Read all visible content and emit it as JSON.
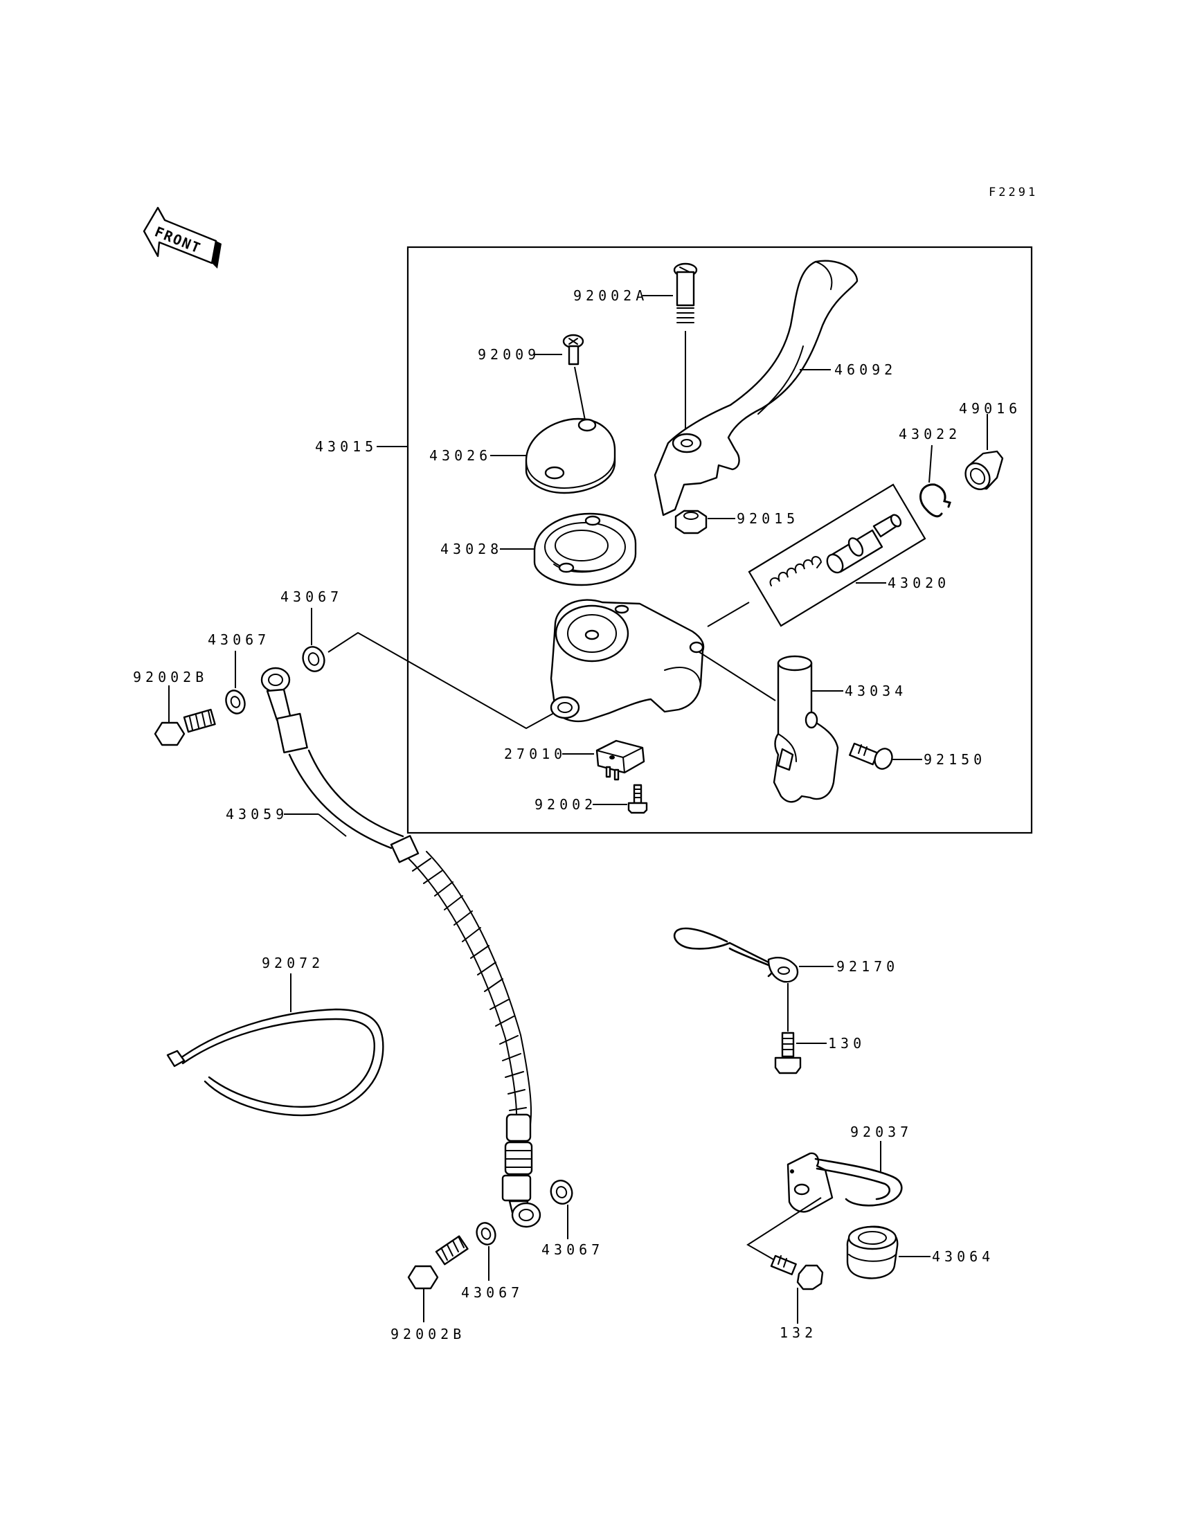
{
  "diagram": {
    "figure_code": "F2291",
    "front_label": "FRONT",
    "labels": {
      "p92002A": "92002A",
      "p92009": "92009",
      "p46092": "46092",
      "p49016": "49016",
      "p43022": "43022",
      "p43015": "43015",
      "p43026": "43026",
      "p92015": "92015",
      "p43028": "43028",
      "p43020": "43020",
      "p43067a": "43067",
      "p43067b": "43067",
      "p92002B_top": "92002B",
      "p43034": "43034",
      "p27010": "27010",
      "p92150": "92150",
      "p92002": "92002",
      "p43059": "43059",
      "p92170": "92170",
      "p92072": "92072",
      "p130": "130",
      "p92037": "92037",
      "p43064": "43064",
      "p43067c": "43067",
      "p43067d": "43067",
      "p92002B_bot": "92002B",
      "p132": "132"
    }
  }
}
